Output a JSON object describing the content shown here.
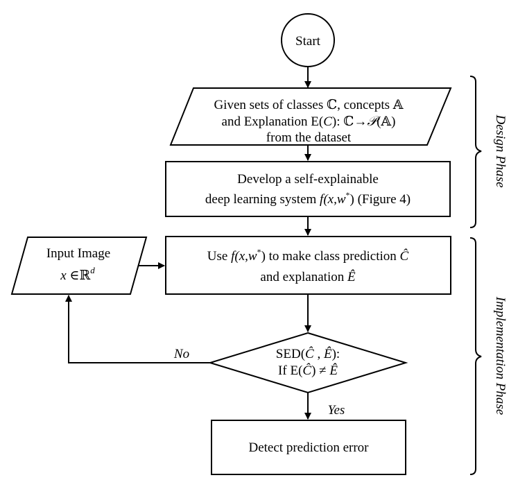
{
  "nodes": {
    "start": {
      "label": "Start"
    },
    "given": {
      "line1": "Given sets of classes ℂ, concepts 𝔸",
      "line2_a": "and Explanation E(",
      "line2_c": "C",
      "line2_b": "): ℂ→",
      "line2_p": "𝒫",
      "line2_d": "(𝔸)",
      "line3": "from the dataset"
    },
    "develop": {
      "line1": "Develop a self-explainable",
      "line2_a": "deep learning system ",
      "line2_f": "f",
      "line2_args": "(x,w",
      "line2_star": "*",
      "line2_close": ")",
      "line2_b": " (Figure 4)"
    },
    "use": {
      "line1_a": "Use  ",
      "line1_f": "f",
      "line1_args": "(x,w",
      "line1_star": "*",
      "line1_b": ") to make class prediction ",
      "line1_c": "Ĉ",
      "line2_a": "and explanation ",
      "line2_e": "Ê"
    },
    "input": {
      "line1": "Input Image",
      "line2_x": "x",
      "line2_in": " ∈ℝ",
      "line2_d": "d"
    },
    "decision": {
      "line1_a": "SED(",
      "line1_c": "Ĉ",
      "line1_mid": " , ",
      "line1_e": "Ê",
      "line1_b": "):",
      "line2_a": "If E(",
      "line2_c": "Ĉ",
      "line2_b": ") ≠ ",
      "line2_e": "Ê"
    },
    "detect": {
      "label": "Detect prediction error"
    }
  },
  "edge_labels": {
    "no": "No",
    "yes": "Yes"
  },
  "phases": {
    "design": "Design Phase",
    "implementation": "Implementation Phase"
  }
}
